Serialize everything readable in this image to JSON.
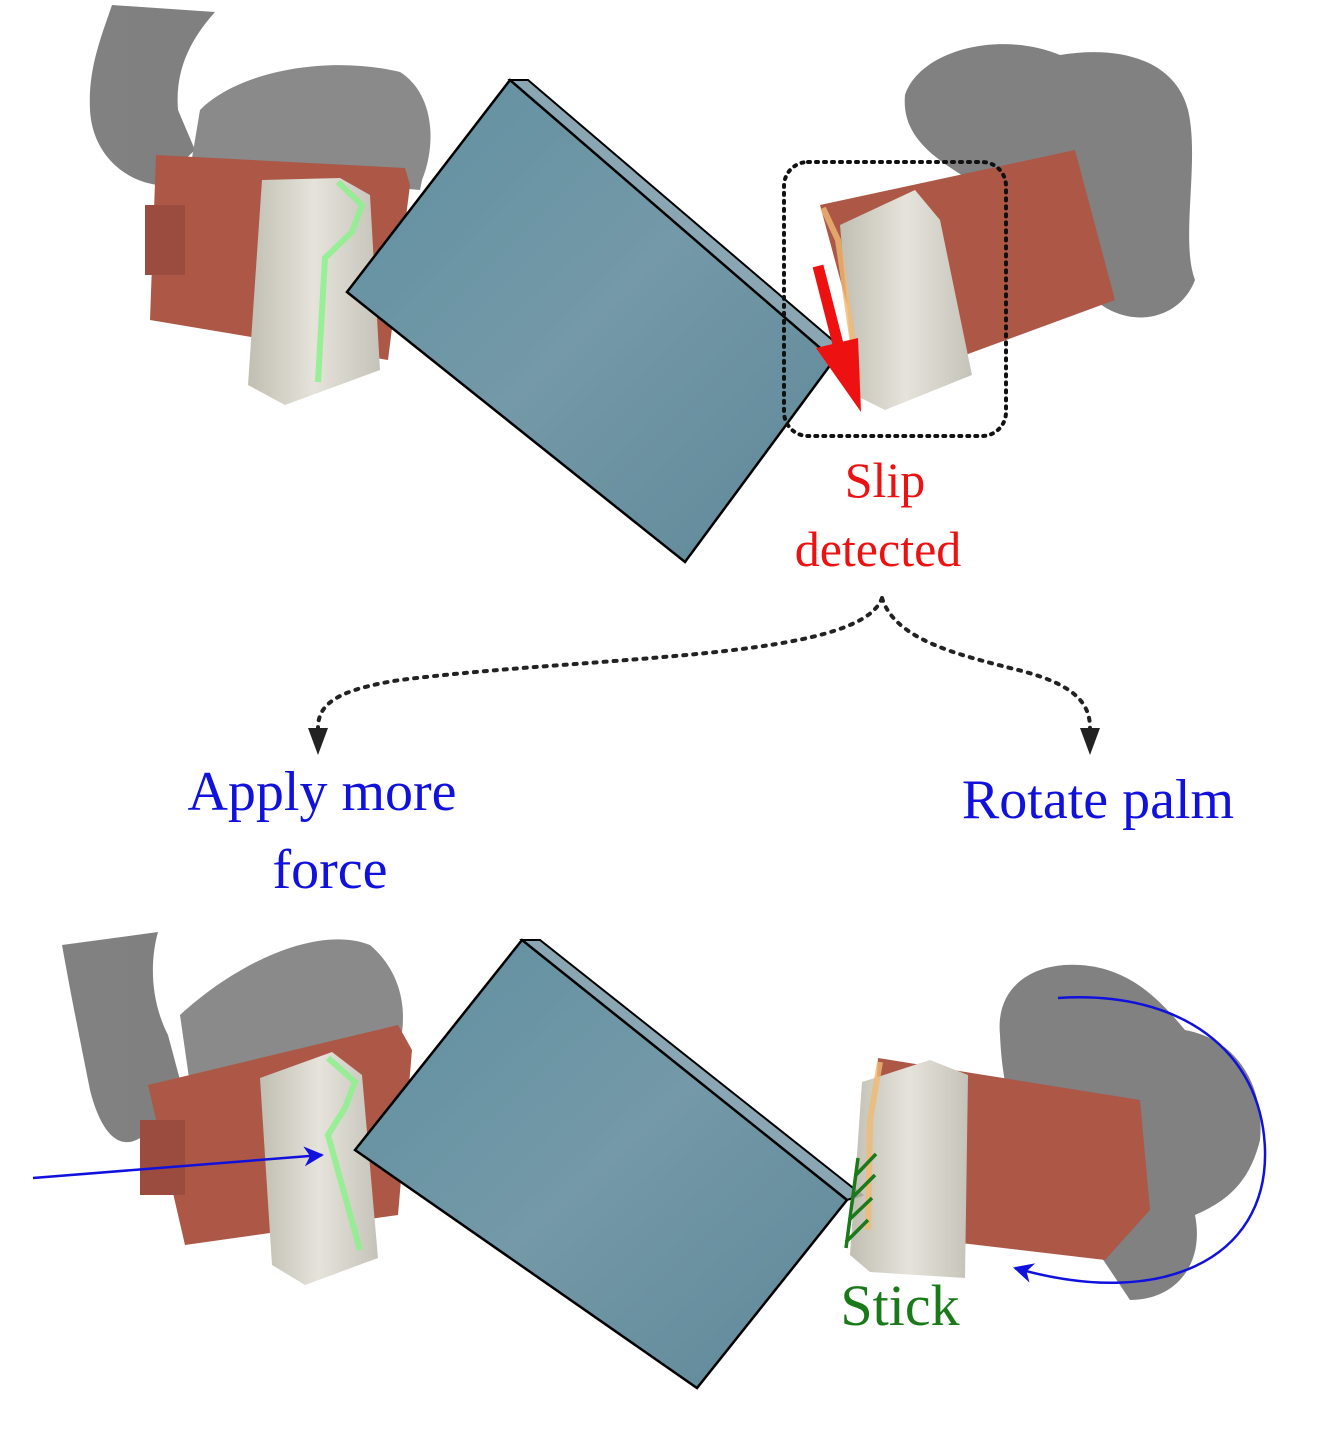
{
  "labels": {
    "slip_line1": "Slip",
    "slip_line2": "detected",
    "force_line1": "Apply more",
    "force_line2": "force",
    "rotate": "Rotate palm",
    "stick": "Stick"
  },
  "colors": {
    "slip": "#ee1111",
    "action": "#1111dd",
    "stick": "#1a7a1a",
    "box_front": "#6595a6",
    "box_side": "#8aa6b3",
    "finger_red": "#a2402e",
    "robot_gray": "#7d7d7d",
    "sensor_metal": "#cfcdc2",
    "sensor_glow": "#7cf07c"
  }
}
